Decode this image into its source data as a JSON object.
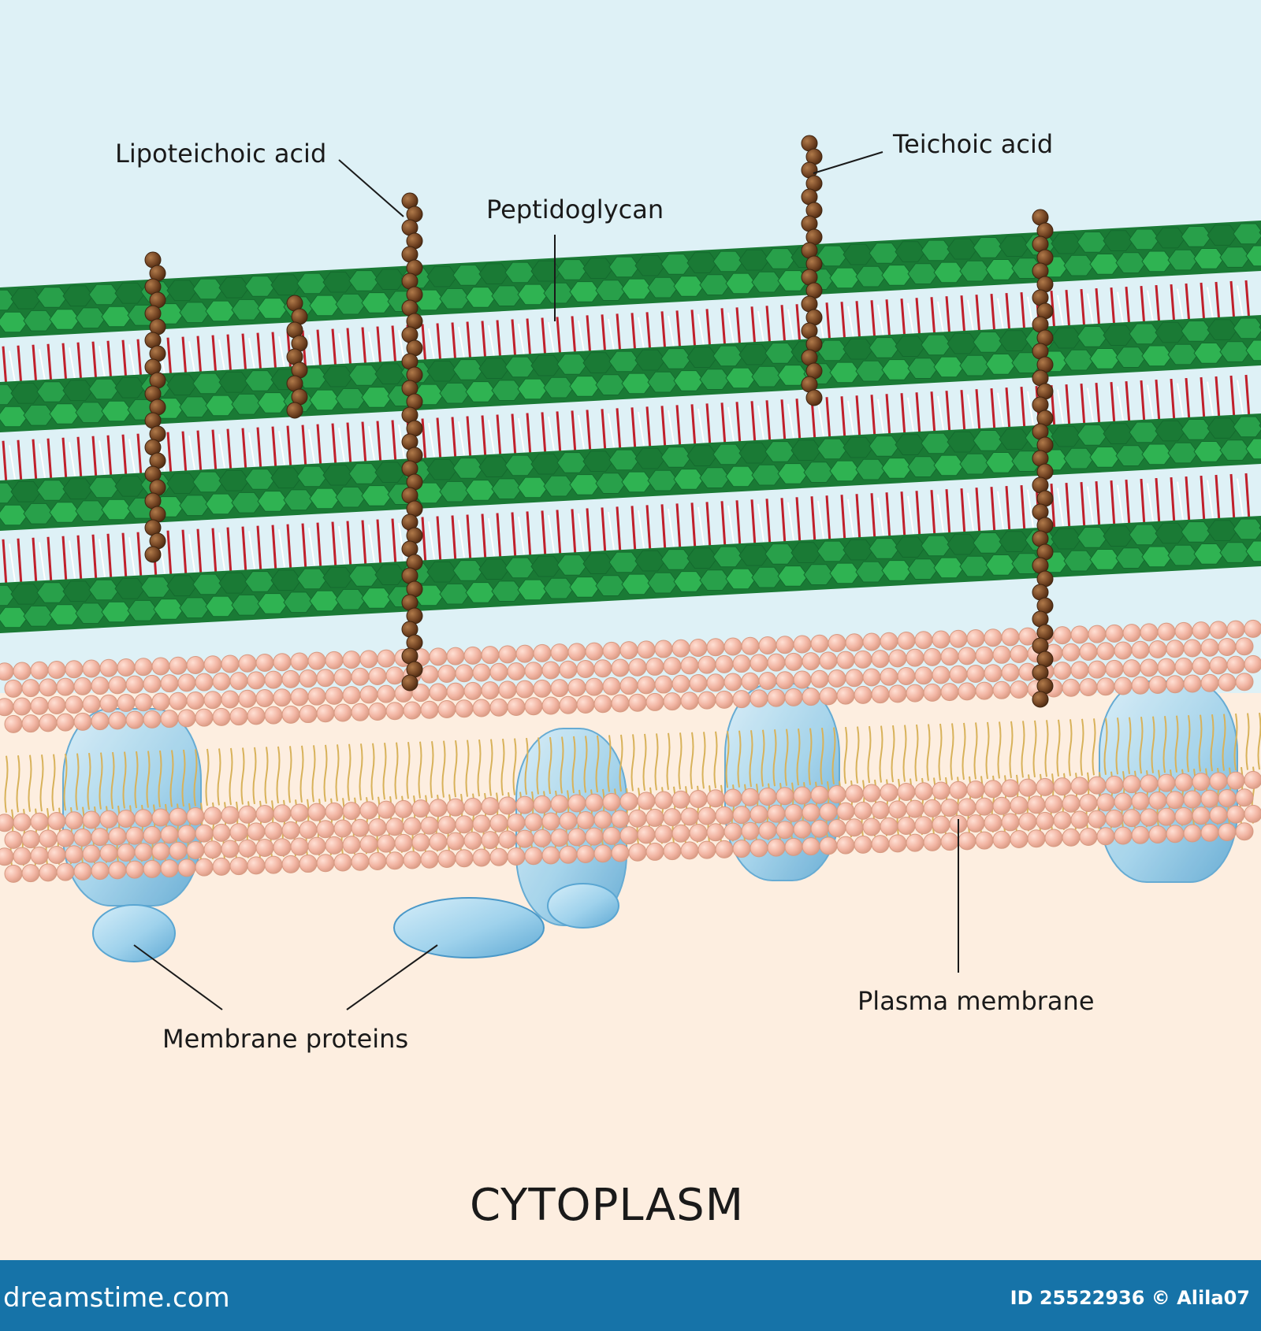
{
  "labels": {
    "lipoteichoic_acid": "Lipoteichoic acid",
    "teichoic_acid": "Teichoic acid",
    "peptidoglycan": "Peptidoglycan",
    "plasma_membrane": "Plasma membrane",
    "membrane_proteins": "Membrane proteins",
    "cytoplasm": "CYTOPLASM"
  },
  "footer": {
    "site": "dreamstime.com",
    "id_text": "ID 25522936 © Alila07"
  },
  "colors": {
    "sky": "#def1f6",
    "cytoplasm": "#fdeee0",
    "peptidoglycan_green": "#28a04a",
    "peptidoglycan_dark": "#1a7a35",
    "crosslink_red": "#c0202c",
    "teichoic_brown": "#7a4a24",
    "lipid_head": "#f0b6a4",
    "lipid_tail": "#d8b25a",
    "protein_blue": "#9ad0ec",
    "footer_bar": "#1673a8"
  }
}
